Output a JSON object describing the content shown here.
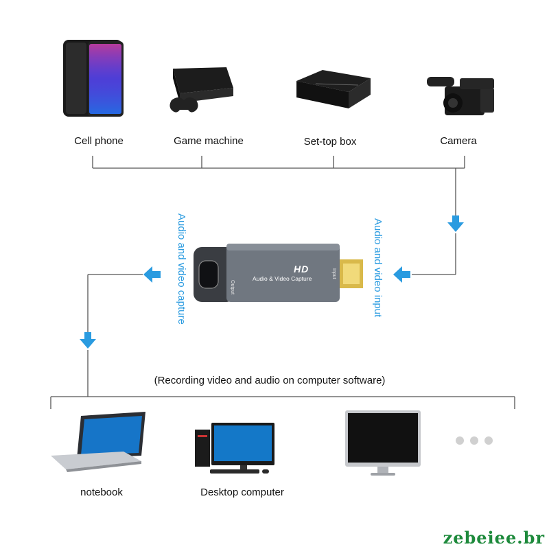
{
  "sources": {
    "cell_phone": "Cell phone",
    "game_machine": "Game machine",
    "set_top_box": "Set-top box",
    "camera": "Camera"
  },
  "device": {
    "brand_text": "HD",
    "subtitle": "Audio & Video Capture",
    "output_port": "Output",
    "input_port": "Input"
  },
  "labels": {
    "capture": "Audio and video capture",
    "input": "Audio and video input",
    "recording_note": "(Recording video and audio on computer software)"
  },
  "outputs": {
    "notebook": "notebook",
    "desktop": "Desktop computer"
  },
  "watermark": "zebeiee.br",
  "colors": {
    "arrow": "#2a9be0",
    "line": "#555555",
    "device_body": "#707780"
  }
}
